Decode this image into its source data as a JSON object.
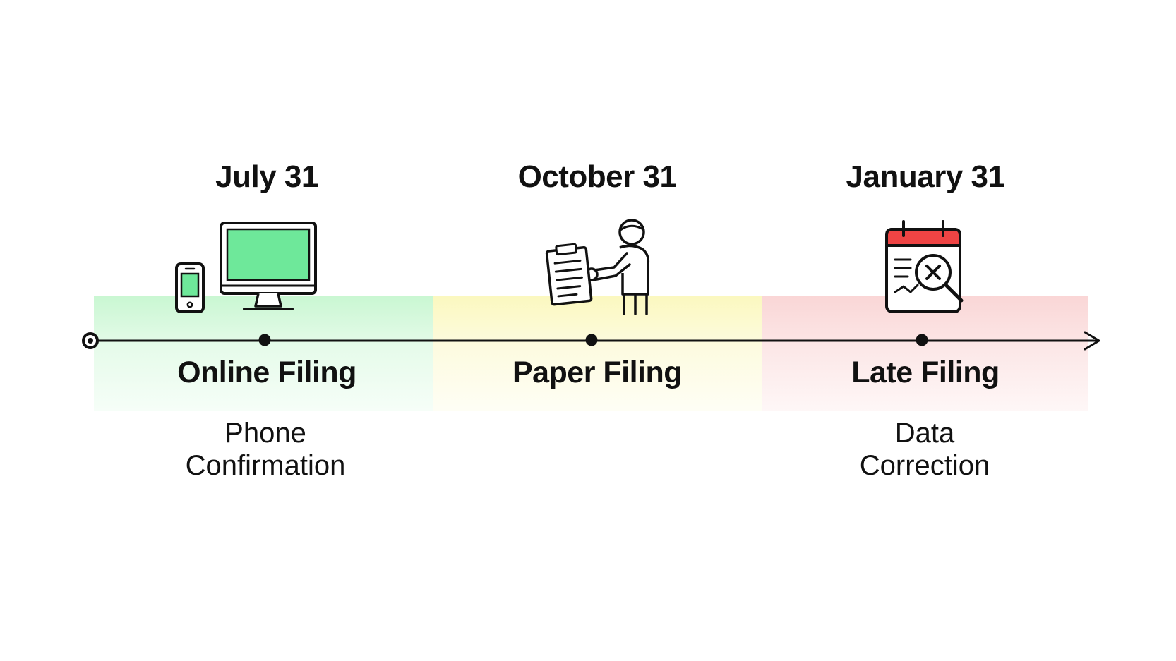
{
  "stages": [
    {
      "date": "July 31",
      "phase": "Online Filing",
      "note_lines": [
        "Phone",
        "Confirmation"
      ],
      "icon": "computer-and-phone-icon",
      "color": "#c9f7d2"
    },
    {
      "date": "October 31",
      "phase": "Paper Filing",
      "note_lines": [],
      "icon": "person-with-clipboard-icon",
      "color": "#fbf8bf"
    },
    {
      "date": "January 31",
      "phase": "Late Filing",
      "note_lines": [
        "Data",
        "Correction"
      ],
      "icon": "calendar-magnifier-icon",
      "color": "#fad6d6"
    }
  ],
  "colors": {
    "screen_green": "#6ee89a",
    "calendar_red": "#ef4444",
    "line": "#111111"
  }
}
